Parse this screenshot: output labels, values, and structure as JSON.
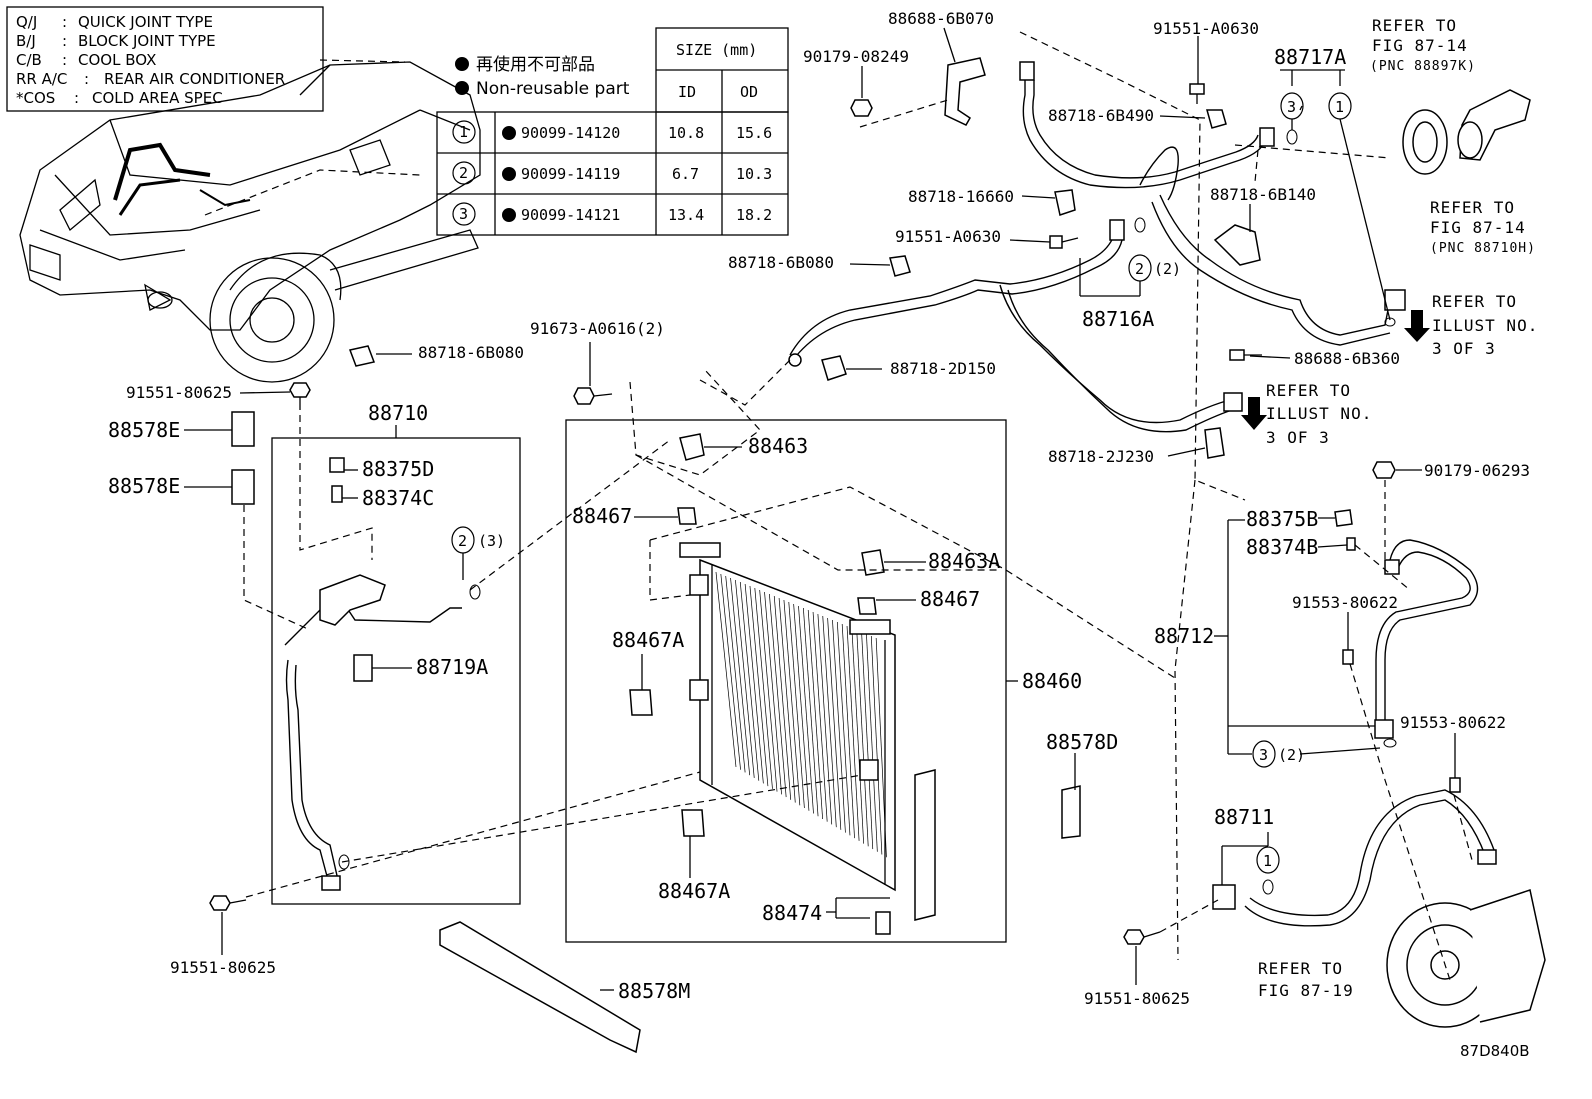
{
  "legend": [
    {
      "abbr": "Q/J",
      "text": "QUICK JOINT TYPE"
    },
    {
      "abbr": "B/J",
      "text": "BLOCK JOINT TYPE"
    },
    {
      "abbr": "C/B",
      "text": "COOL BOX"
    },
    {
      "abbr": "RR A/C",
      "text": "REAR AIR CONDITIONER"
    },
    {
      "abbr": "*COS",
      "text": "COLD AREA SPEC"
    }
  ],
  "nonreusable": {
    "jp": "再使用不可部品",
    "en": "Non-reusable part"
  },
  "oring_table": {
    "size_header": "SIZE (mm)",
    "id_header": "ID",
    "od_header": "OD",
    "rows": [
      {
        "num": "1",
        "part": "90099-14120",
        "id": "10.8",
        "od": "15.6"
      },
      {
        "num": "2",
        "part": "90099-14119",
        "id": "6.7",
        "od": "10.3"
      },
      {
        "num": "3",
        "part": "90099-14121",
        "id": "13.4",
        "od": "18.2"
      }
    ]
  },
  "labels": {
    "p88688_6b070": "88688-6B070",
    "p90179_08249": "90179-08249",
    "p91551_a0630_top": "91551-A0630",
    "p88717a": "88717A",
    "p88718_6b490": "88718-6B490",
    "p88718_16660": "88718-16660",
    "p88718_6b140": "88718-6B140",
    "p91551_a0630_mid": "91551-A0630",
    "p88718_6b080_top": "88718-6B080",
    "p88716a": "88716A",
    "p88688_6b360": "88688-6B360",
    "p88718_2j230": "88718-2J230",
    "p88718_6b080_left": "88718-6B080",
    "p91673_a0616": "91673-A0616(2)",
    "p88718_2d150": "88718-2D150",
    "p91551_80625_left": "91551-80625",
    "p88710": "88710",
    "p88578e_1": "88578E",
    "p88578e_2": "88578E",
    "p88375d": "88375D",
    "p88374c": "88374C",
    "p88719a": "88719A",
    "p88463": "88463",
    "p88467_a": "88467",
    "p88463a": "88463A",
    "p88467_b": "88467",
    "p88467a_1": "88467A",
    "p88467a_2": "88467A",
    "p88460": "88460",
    "p88474": "88474",
    "p88578d": "88578D",
    "p88578m": "88578M",
    "p91551_80625_bottom": "91551-80625",
    "p90179_06293": "90179-06293",
    "p88375b": "88375B",
    "p88374b": "88374B",
    "p91553_80622_a": "91553-80622",
    "p88712": "88712",
    "p91553_80622_b": "91553-80622",
    "p88711": "88711",
    "p91551_80625_right": "91551-80625",
    "ring2_qty_a": "(3)",
    "ring2_qty_b": "(2)",
    "ring3_qty": "(2)",
    "ring_num_1": "1",
    "ring_num_2": "2",
    "ring_num_3": "3",
    "diagram_code": "87D840B"
  },
  "refs": {
    "fig_a": {
      "l1": "REFER TO",
      "l2": "FIG 87-14",
      "l3": "(PNC 88897K)"
    },
    "fig_b": {
      "l1": "REFER TO",
      "l2": "FIG 87-14",
      "l3": "(PNC 88710H)"
    },
    "ill_a": {
      "l1": "REFER TO",
      "l2": "ILLUST NO.",
      "l3": "3 OF 3"
    },
    "ill_b": {
      "l1": "REFER TO",
      "l2": "ILLUST NO.",
      "l3": "3 OF 3"
    },
    "fig_c": {
      "l1": "REFER TO",
      "l2": "FIG 87-19"
    }
  }
}
